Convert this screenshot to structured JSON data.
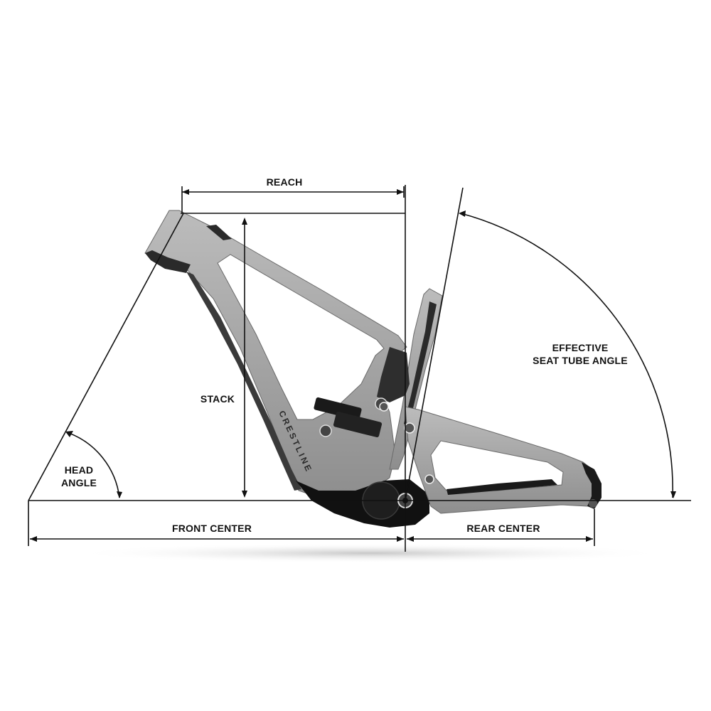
{
  "labels": {
    "reach": "REACH",
    "stack": "STACK",
    "head_angle_line1": "HEAD",
    "head_angle_line2": "ANGLE",
    "seat_angle_line1": "EFFECTIVE",
    "seat_angle_line2": "SEAT TUBE ANGLE",
    "front_center": "FRONT CENTER",
    "rear_center": "REAR CENTER"
  },
  "frame": {
    "brand": "CRESTLINE"
  },
  "colors": {
    "background": "#ffffff",
    "frame_grey": "#9a9a9a",
    "frame_light": "#b5b5b5",
    "frame_dark": "#2a2a2a",
    "motor_black": "#111111",
    "line": "#111111"
  },
  "icons": {
    "frame": "bike-frame-icon",
    "shock": "rear-shock-icon",
    "motor": "motor-icon"
  }
}
